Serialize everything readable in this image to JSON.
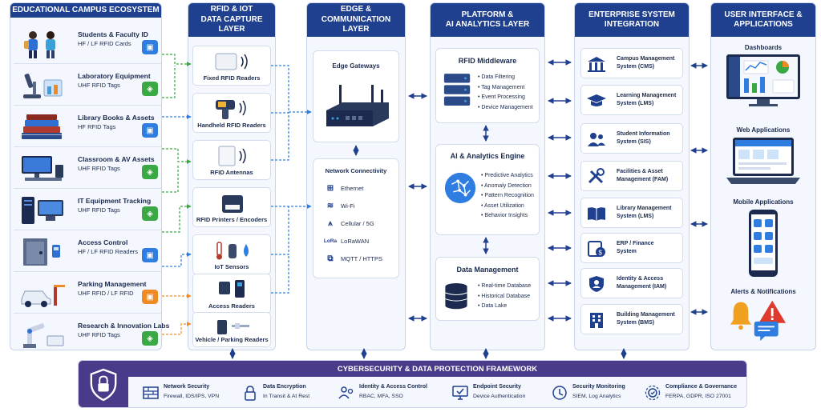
{
  "campus": {
    "header": "EDUCATIONAL CAMPUS ECOSYSTEM",
    "items": [
      {
        "title": "Students & Faculty ID",
        "sub": "HF / LF RFID Cards",
        "badge_color": "#2f7de1"
      },
      {
        "title": "Laboratory Equipment",
        "sub": "UHF RFID Tags",
        "badge_color": "#3aa845"
      },
      {
        "title": "Library Books & Assets",
        "sub": "HF RFID Tags",
        "badge_color": "#2f7de1"
      },
      {
        "title": "Classroom & AV Assets",
        "sub": "UHF RFID Tags",
        "badge_color": "#3aa845"
      },
      {
        "title": "IT Equipment Tracking",
        "sub": "UHF RFID Tags",
        "badge_color": "#3aa845"
      },
      {
        "title": "Access Control",
        "sub": "HF / LF RFID Readers",
        "badge_color": "#2f7de1"
      },
      {
        "title": "Parking Management",
        "sub": "UHF RFID / LF RFID",
        "badge_color": "#f08a24"
      },
      {
        "title": "Research & Innovation Labs",
        "sub": "UHF RFID Tags",
        "badge_color": "#3aa845"
      }
    ]
  },
  "capture": {
    "header_line1": "RFID & IOT",
    "header_line2": "DATA CAPTURE",
    "header_line3": "LAYER",
    "devices": [
      "Fixed RFID Readers",
      "Handheld RFID Readers",
      "RFID Antennas",
      "RFID Printers / Encoders",
      "IoT Sensors",
      "Access Readers",
      "Vehicle / Parking Readers"
    ]
  },
  "edge": {
    "header_line1": "EDGE &",
    "header_line2": "COMMUNICATION",
    "header_line3": "LAYER",
    "gateways_title": "Edge Gateways",
    "network_title": "Network Connectivity",
    "network": [
      {
        "icon": "ethernet-icon",
        "label": "Ethernet"
      },
      {
        "icon": "wifi-icon",
        "label": "Wi-Fi"
      },
      {
        "icon": "cellular-icon",
        "label": "Cellular / 5G"
      },
      {
        "icon": "lorawan-icon",
        "label": "LoRaWAN",
        "icon_text": "LoRa"
      },
      {
        "icon": "mqtt-icon",
        "label": "MQTT / HTTPS"
      }
    ]
  },
  "platform": {
    "header_line1": "PLATFORM &",
    "header_line2": "AI ANALYTICS LAYER",
    "middleware": {
      "title": "RFID Middleware",
      "bullets": [
        "Data Filtering",
        "Tag Management",
        "Event Processing",
        "Device Management"
      ]
    },
    "ai": {
      "title": "AI & Analytics Engine",
      "bullets": [
        "Predictive Analytics",
        "Anomaly Detection",
        "Pattern Recognition",
        "Asset Utilization",
        "Behavior Insights"
      ]
    },
    "data": {
      "title": "Data Management",
      "bullets": [
        "Real-time Database",
        "Historical Database",
        "Data Lake"
      ]
    }
  },
  "enterprise": {
    "header_line1": "ENTERPRISE SYSTEM",
    "header_line2": "INTEGRATION",
    "systems": [
      {
        "line1": "Campus Management",
        "line2": "System (CMS)",
        "icon": "campus-building-icon"
      },
      {
        "line1": "Learning Management",
        "line2": "System (LMS)",
        "icon": "graduation-cap-icon"
      },
      {
        "line1": "Student Information",
        "line2": "System (SIS)",
        "icon": "students-icon"
      },
      {
        "line1": "Facilities & Asset",
        "line2": "Management (FAM)",
        "icon": "tools-icon"
      },
      {
        "line1": "Library Management",
        "line2": "System (LMS)",
        "icon": "book-icon"
      },
      {
        "line1": "ERP / Finance",
        "line2": "System",
        "icon": "finance-icon"
      },
      {
        "line1": "Identity & Access",
        "line2": "Management (IAM)",
        "icon": "shield-user-icon"
      },
      {
        "line1": "Building Management",
        "line2": "System (BMS)",
        "icon": "building-icon"
      }
    ]
  },
  "ui": {
    "header_line1": "USER INTERFACE &",
    "header_line2": "APPLICATIONS",
    "apps": [
      "Dashboards",
      "Web Applications",
      "Mobile Applications",
      "Alerts & Notifications"
    ]
  },
  "security": {
    "header": "CYBERSECURITY & DATA PROTECTION FRAMEWORK",
    "items": [
      {
        "title": "Network Security",
        "sub": "Firewall, IDS/IPS, VPN"
      },
      {
        "title": "Data Encryption",
        "sub": "In Transit & At Rest"
      },
      {
        "title": "Identity & Access Control",
        "sub": "RBAC, MFA, SSO"
      },
      {
        "title": "Endpoint Security",
        "sub": "Device Authentication"
      },
      {
        "title": "Security Monitoring",
        "sub": "SIEM, Log Analytics"
      },
      {
        "title": "Compliance & Governance",
        "sub": "FERPA, GDPR, ISO 27001"
      }
    ]
  },
  "colors": {
    "navy": "#1f3f8f",
    "purple": "#4a3a8a",
    "green_link": "#3aa845",
    "blue_link": "#2f7de1",
    "orange_link": "#f08a24"
  }
}
